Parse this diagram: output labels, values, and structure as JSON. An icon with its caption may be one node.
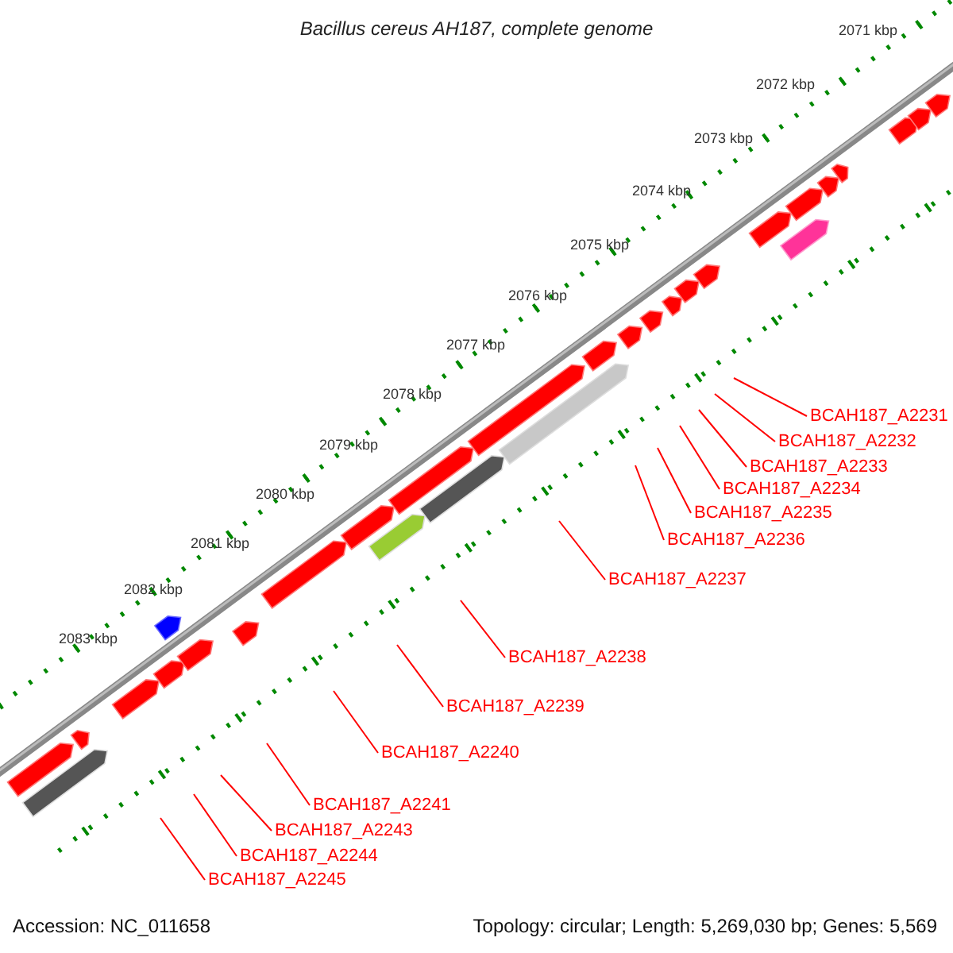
{
  "diagram": {
    "title": "Bacillus cereus AH187, complete genome",
    "nodes": [
      {
        "text": [
          "BCAH187_A2231"
        ]
      },
      {
        "text": [
          "BCAH187_A2232"
        ]
      },
      {
        "text": [
          "BCAH187_A2233"
        ]
      },
      {
        "text": [
          "BCAH187_A2234"
        ]
      },
      {
        "text": [
          "BCAH187_A2235"
        ]
      },
      {
        "text": [
          "BCAH187_A2236"
        ]
      },
      {
        "text": [
          "BCAH187_A2237"
        ]
      },
      {
        "text": [
          "BCAH187_A2238"
        ]
      },
      {
        "text": [
          "BCAH187_A2239"
        ]
      },
      {
        "text": [
          "BCAH187_A2240"
        ]
      },
      {
        "text": [
          "BCAH187_A2241"
        ]
      },
      {
        "text": [
          "BCAH187_A2243"
        ]
      },
      {
        "text": [
          "BCAH187_A2244"
        ]
      },
      {
        "text": [
          "BCAH187_A2245"
        ]
      }
    ],
    "edges": [
      {
        "from": 0,
        "to": null,
        "arrow": "none",
        "color": "#ff0000"
      },
      {
        "from": 1,
        "to": null,
        "arrow": "none",
        "color": "#ff0000"
      },
      {
        "from": 2,
        "to": null,
        "arrow": "none",
        "color": "#ff0000"
      },
      {
        "from": 3,
        "to": null,
        "arrow": "none",
        "color": "#ff0000"
      },
      {
        "from": 4,
        "to": null,
        "arrow": "none",
        "color": "#ff0000"
      },
      {
        "from": 5,
        "to": null,
        "arrow": "none",
        "color": "#ff0000"
      },
      {
        "from": 6,
        "to": null,
        "arrow": "none",
        "color": "#ff0000"
      },
      {
        "from": 7,
        "to": null,
        "arrow": "none",
        "color": "#ff0000"
      },
      {
        "from": 8,
        "to": null,
        "arrow": "none",
        "color": "#ff0000"
      },
      {
        "from": 9,
        "to": null,
        "arrow": "none",
        "color": "#ff0000"
      },
      {
        "from": 10,
        "to": null,
        "arrow": "none",
        "color": "#ff0000"
      },
      {
        "from": 11,
        "to": null,
        "arrow": "none",
        "color": "#ff0000"
      },
      {
        "from": 12,
        "to": null,
        "arrow": "none",
        "color": "#ff0000"
      },
      {
        "from": 13,
        "to": null,
        "arrow": "none",
        "color": "#ff0000"
      }
    ],
    "labels": [
      "2071 kbp",
      "2072 kbp",
      "2073 kbp",
      "2074 kbp",
      "2075 kbp",
      "2076 kbp",
      "2077 kbp",
      "2078 kbp",
      "2079 kbp",
      "2080 kbp",
      "2081 kbp",
      "2082 kbp",
      "2083 kbp",
      "Accession: NC_011658",
      "Topology: circular; Length: 5,269,030 bp; Genes: 5,569"
    ]
  }
}
